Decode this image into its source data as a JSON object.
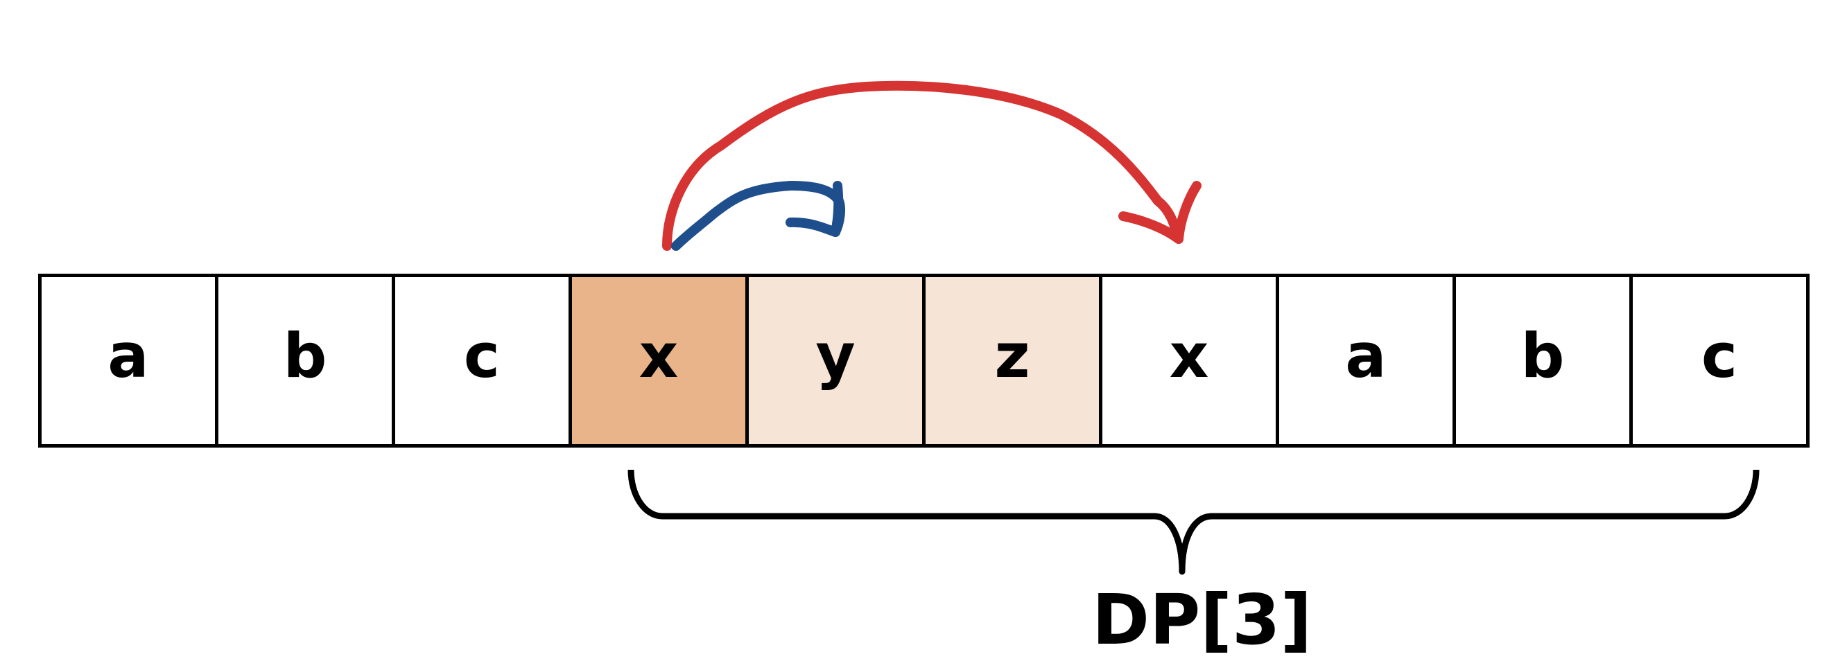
{
  "cells": [
    {
      "char": "a",
      "highlight": "none"
    },
    {
      "char": "b",
      "highlight": "none"
    },
    {
      "char": "c",
      "highlight": "none"
    },
    {
      "char": "x",
      "highlight": "strong"
    },
    {
      "char": "y",
      "highlight": "light"
    },
    {
      "char": "z",
      "highlight": "light"
    },
    {
      "char": "x",
      "highlight": "none"
    },
    {
      "char": "a",
      "highlight": "none"
    },
    {
      "char": "b",
      "highlight": "none"
    },
    {
      "char": "c",
      "highlight": "none"
    }
  ],
  "brace_label": "DP[3]",
  "colors": {
    "highlight_strong": "#e9b489",
    "highlight_light": "#f6e5d7",
    "arrow_red": "#d63333",
    "arrow_blue": "#1f4e8c",
    "line": "#000000"
  }
}
